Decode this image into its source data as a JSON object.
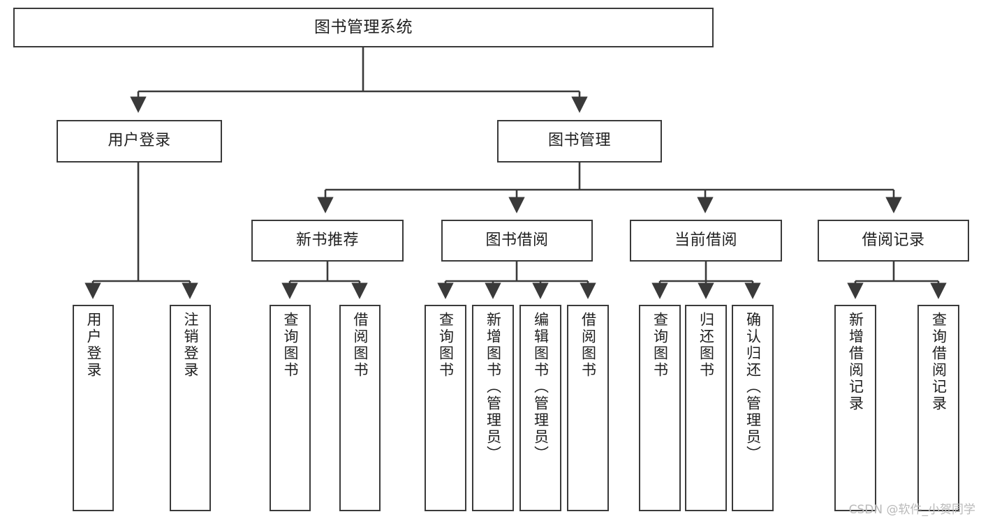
{
  "diagram": {
    "title": "图书管理系统",
    "watermark": "CSDN @软件_小贺同学",
    "line_color": "#3a3a3a",
    "text_color": "#1f1f1f",
    "background": "#ffffff",
    "nodes": {
      "root": {
        "label": "图书管理系统"
      },
      "level2": [
        {
          "label": "用户登录"
        },
        {
          "label": "图书管理"
        }
      ],
      "level3": [
        {
          "label": "新书推荐"
        },
        {
          "label": "图书借阅"
        },
        {
          "label": "当前借阅"
        },
        {
          "label": "借阅记录"
        }
      ],
      "leaves": {
        "user_login": [
          {
            "label": "用户登录"
          },
          {
            "label": "注销登录"
          }
        ],
        "new_book_recommend": [
          {
            "label": "查询图书"
          },
          {
            "label": "借阅图书"
          }
        ],
        "book_borrow": [
          {
            "label": "查询图书"
          },
          {
            "label": "新增图书（管理员）"
          },
          {
            "label": "编辑图书（管理员）"
          },
          {
            "label": "借阅图书"
          }
        ],
        "current_borrow": [
          {
            "label": "查询图书"
          },
          {
            "label": "归还图书"
          },
          {
            "label": "确认归还（管理员）"
          }
        ],
        "borrow_record": [
          {
            "label": "新增借阅记录"
          },
          {
            "label": "查询借阅记录"
          }
        ]
      }
    }
  }
}
